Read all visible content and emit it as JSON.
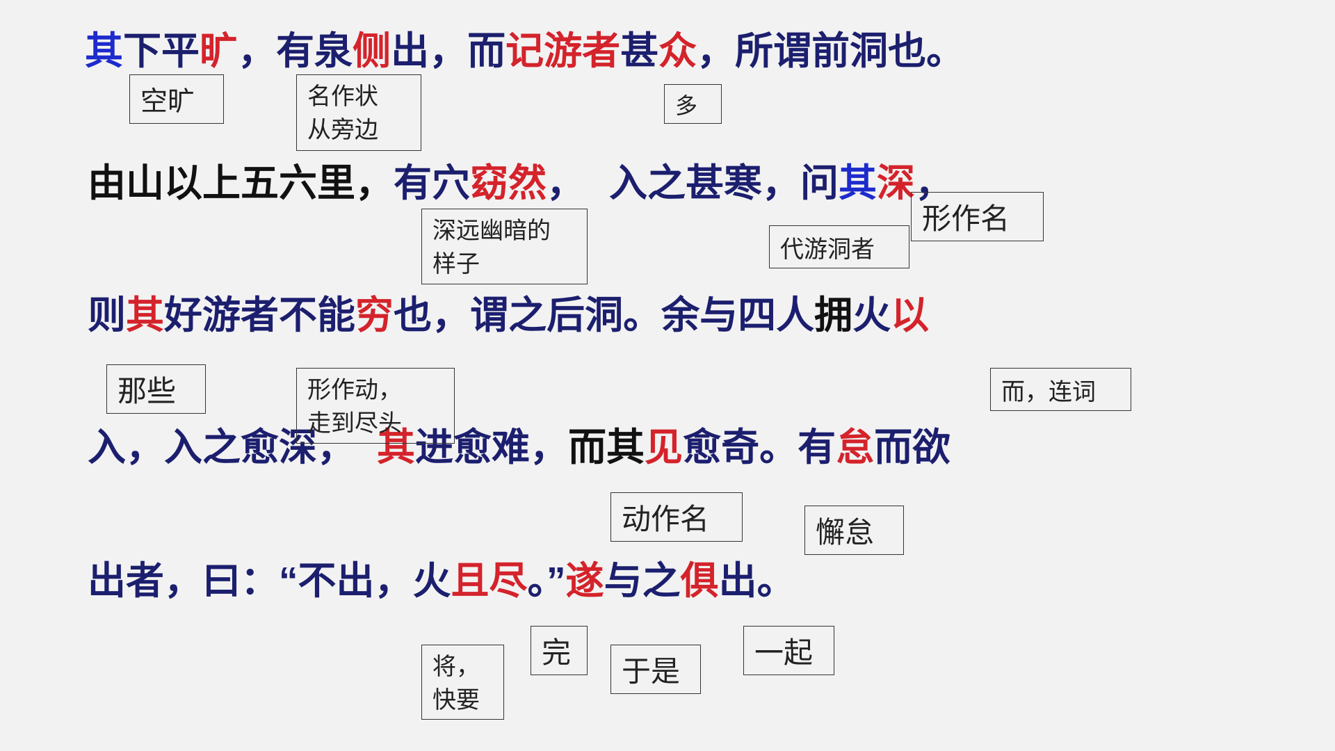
{
  "colors": {
    "background": "#f2f2f2",
    "blue": "#1d2bcc",
    "navy": "#1c1f6e",
    "red": "#d4232b",
    "black": "#111111",
    "box_border": "#333333"
  },
  "lines": [
    {
      "segments": [
        {
          "text": "其",
          "color": "blue"
        },
        {
          "text": "下平",
          "color": "navy"
        },
        {
          "text": "旷",
          "color": "red"
        },
        {
          "text": "，有泉",
          "color": "navy"
        },
        {
          "text": "侧",
          "color": "red"
        },
        {
          "text": "出，而",
          "color": "navy"
        },
        {
          "text": "记游者",
          "color": "red"
        },
        {
          "text": "甚",
          "color": "navy"
        },
        {
          "text": "众",
          "color": "red"
        },
        {
          "text": "，所谓前洞也。",
          "color": "navy"
        }
      ]
    },
    {
      "segments": [
        {
          "text": "由山以上五六里，",
          "color": "black"
        },
        {
          "text": "有穴",
          "color": "navy"
        },
        {
          "text": "窈然",
          "color": "red"
        },
        {
          "text": "，",
          "color": "navy"
        },
        {
          "text": "入之甚寒，问",
          "color": "navy"
        },
        {
          "text": "其",
          "color": "blue"
        },
        {
          "text": "深",
          "color": "red"
        },
        {
          "text": "，",
          "color": "navy"
        }
      ]
    },
    {
      "segments": [
        {
          "text": "则",
          "color": "navy"
        },
        {
          "text": "其",
          "color": "red"
        },
        {
          "text": "好游者不能",
          "color": "navy"
        },
        {
          "text": "穷",
          "color": "red"
        },
        {
          "text": "也，谓之后洞。余与四人",
          "color": "navy"
        },
        {
          "text": "拥",
          "color": "black"
        },
        {
          "text": "火",
          "color": "navy"
        },
        {
          "text": "以",
          "color": "red"
        }
      ]
    },
    {
      "segments": [
        {
          "text": "入，入之愈深，",
          "color": "navy"
        },
        {
          "text": "其",
          "color": "red"
        },
        {
          "text": "进愈难，",
          "color": "navy"
        },
        {
          "text": "而其",
          "color": "black"
        },
        {
          "text": "见",
          "color": "red"
        },
        {
          "text": "愈奇。有",
          "color": "navy"
        },
        {
          "text": "怠",
          "color": "red"
        },
        {
          "text": "而欲",
          "color": "navy"
        }
      ]
    },
    {
      "segments": [
        {
          "text": "出者，曰：“不出，火",
          "color": "navy"
        },
        {
          "text": "且尽",
          "color": "red"
        },
        {
          "text": "。”",
          "color": "navy"
        },
        {
          "text": "遂",
          "color": "red"
        },
        {
          "text": "与之",
          "color": "navy"
        },
        {
          "text": "俱",
          "color": "red"
        },
        {
          "text": "出。",
          "color": "navy"
        }
      ]
    }
  ],
  "notes": [
    {
      "text": [
        "空旷"
      ]
    },
    {
      "text": [
        "名作状",
        "从旁边"
      ]
    },
    {
      "text": [
        "多"
      ]
    },
    {
      "text": [
        "深远幽暗的",
        "样子"
      ]
    },
    {
      "text": [
        "代游洞者"
      ]
    },
    {
      "text": [
        "形作名"
      ]
    },
    {
      "text": [
        "那些"
      ]
    },
    {
      "text": [
        "形作动，",
        "走到尽头"
      ]
    },
    {
      "text": [
        "而，连词"
      ]
    },
    {
      "text": [
        "动作名"
      ]
    },
    {
      "text": [
        "懈怠"
      ]
    },
    {
      "text": [
        "将，",
        "快要"
      ]
    },
    {
      "text": [
        "完"
      ]
    },
    {
      "text": [
        "于是"
      ]
    },
    {
      "text": [
        "一起"
      ]
    }
  ]
}
